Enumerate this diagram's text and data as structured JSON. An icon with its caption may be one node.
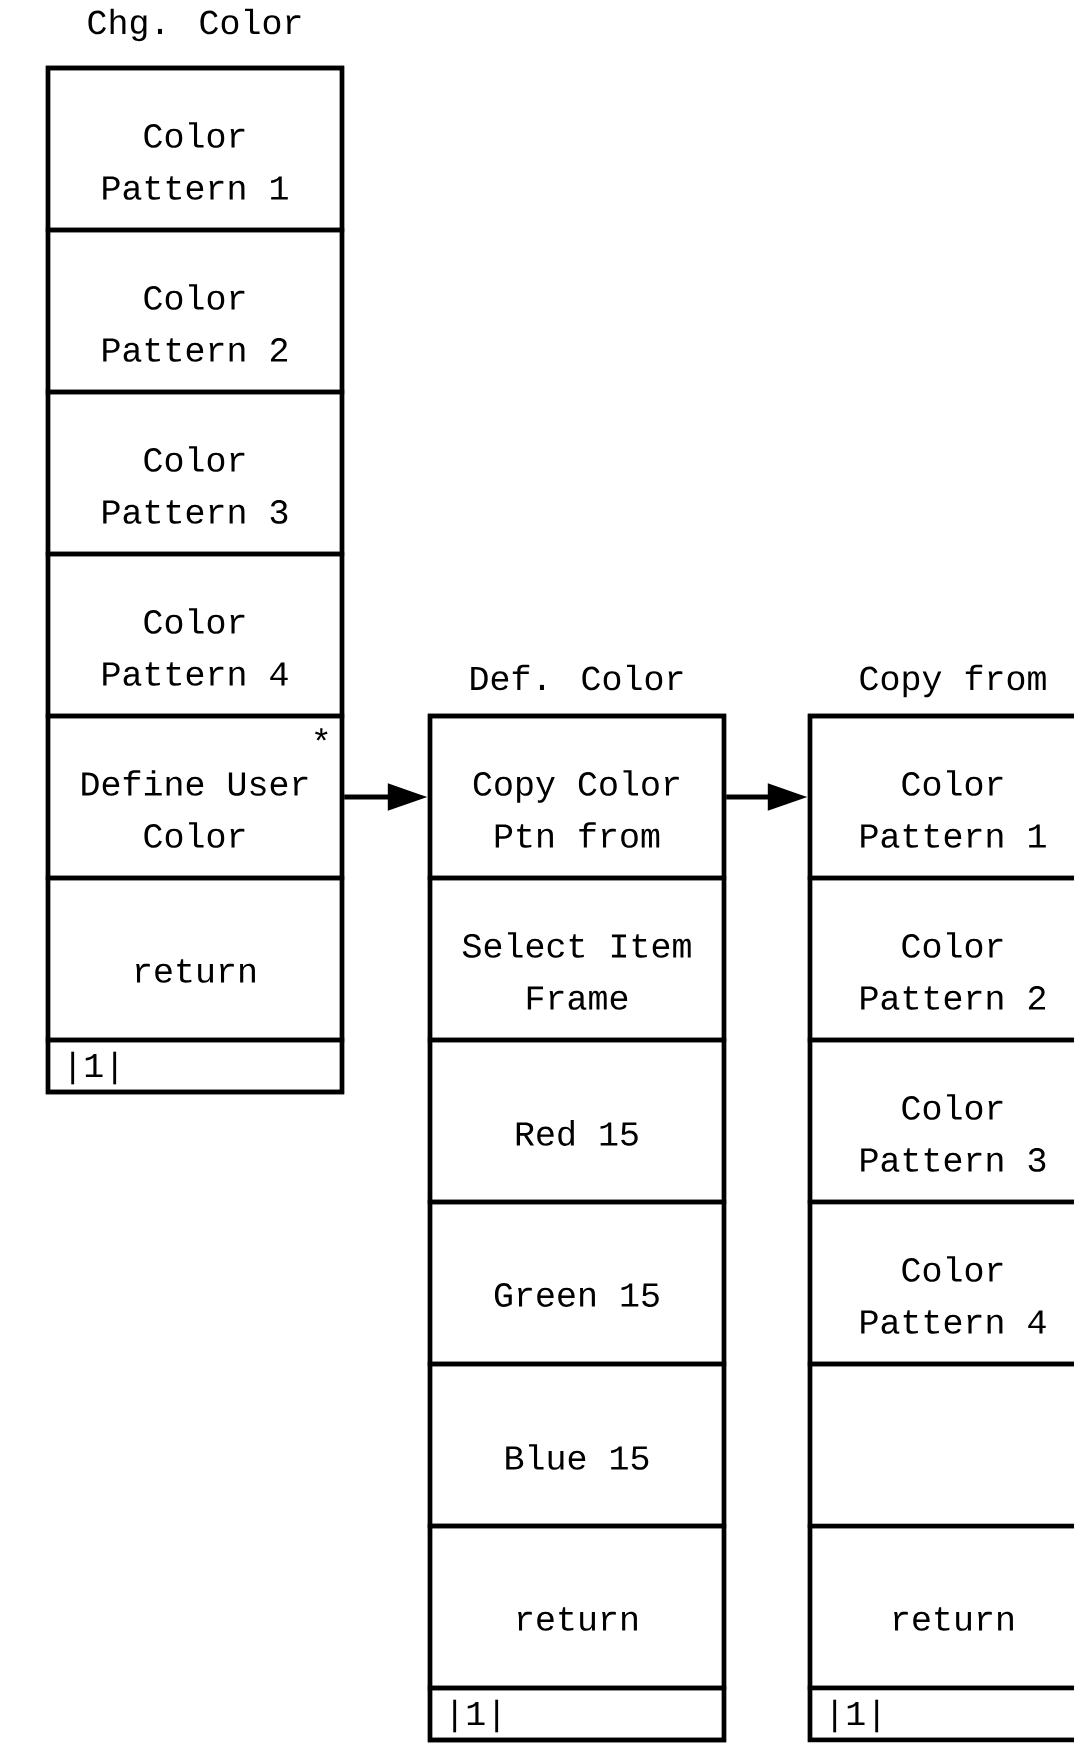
{
  "diagram": {
    "nodes": [
      {
        "text": [
          "Chg. Color"
        ]
      },
      {
        "text": [
          "Color Pattern 1"
        ],
        "in": 0
      },
      {
        "text": [
          "Color Pattern 2"
        ],
        "in": 0
      },
      {
        "text": [
          "Color Pattern 3"
        ],
        "in": 0
      },
      {
        "text": [
          "Color Pattern 4"
        ],
        "in": 0
      },
      {
        "text": [
          "Define User Color",
          "*"
        ],
        "in": 0
      },
      {
        "text": [
          "return"
        ],
        "in": 0
      },
      {
        "text": [
          "|1|"
        ],
        "in": 0
      },
      {
        "text": [
          "Def. Color"
        ]
      },
      {
        "text": [
          "Copy Color Ptn from"
        ],
        "in": 8
      },
      {
        "text": [
          "Select Item Frame"
        ],
        "in": 8
      },
      {
        "text": [
          "Red 15"
        ],
        "in": 8
      },
      {
        "text": [
          "Green 15"
        ],
        "in": 8
      },
      {
        "text": [
          "Blue 15"
        ],
        "in": 8
      },
      {
        "text": [
          "return"
        ],
        "in": 8
      },
      {
        "text": [
          "|1|"
        ],
        "in": 8
      },
      {
        "text": [
          "Copy from"
        ]
      },
      {
        "text": [
          "Color Pattern 1"
        ],
        "in": 16
      },
      {
        "text": [
          "Color Pattern 2"
        ],
        "in": 16
      },
      {
        "text": [
          "Color Pattern 3"
        ],
        "in": 16
      },
      {
        "text": [
          "Color Pattern 4"
        ],
        "in": 16
      },
      {
        "text": [],
        "shape": "box",
        "in": 16
      },
      {
        "text": [
          "return"
        ],
        "in": 16
      },
      {
        "text": [
          "|1|"
        ],
        "in": 16
      }
    ],
    "edges": [
      {
        "from": 5,
        "to": 9,
        "arrow": "to"
      },
      {
        "from": 9,
        "to": 17,
        "arrow": "to"
      }
    ]
  }
}
